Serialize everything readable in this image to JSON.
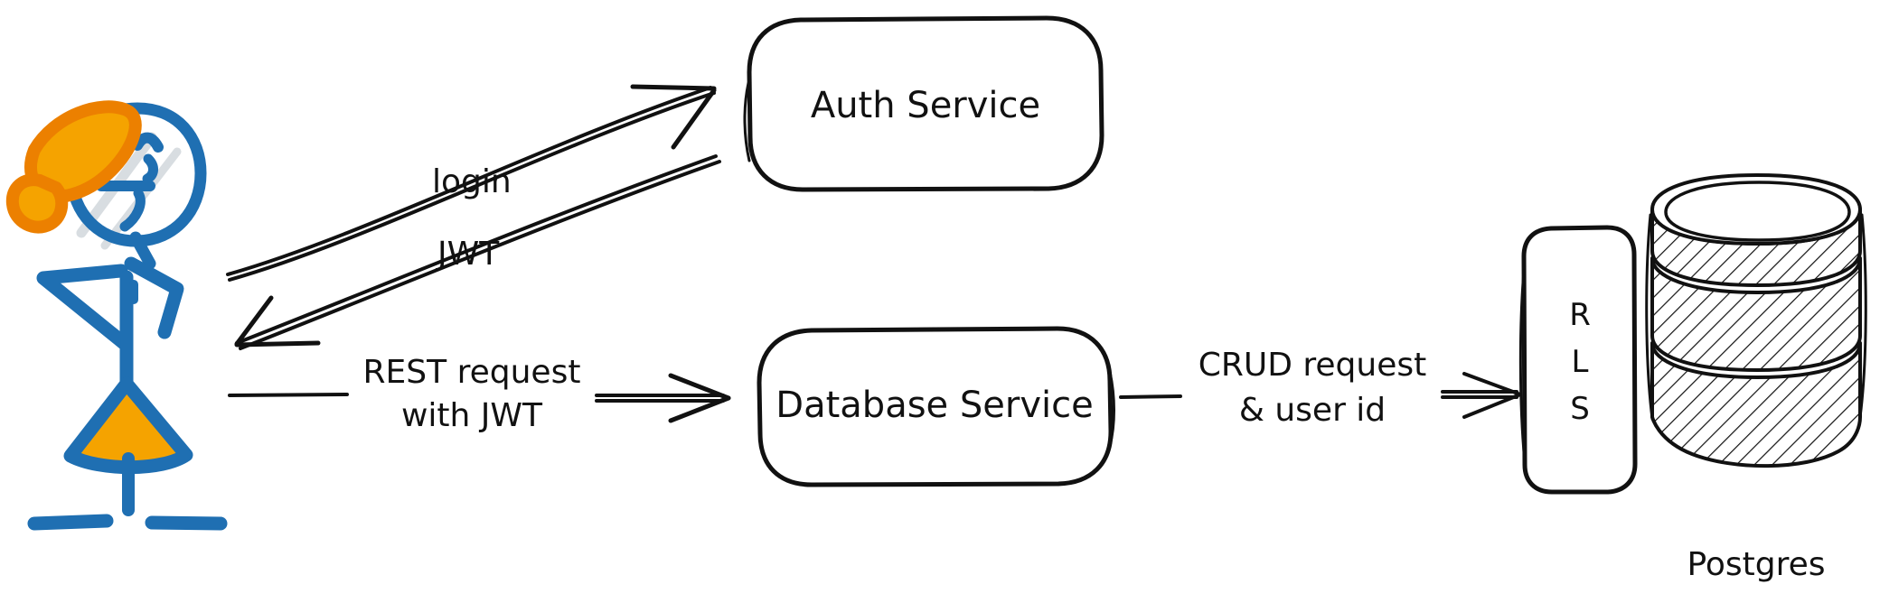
{
  "diagram": {
    "title": "Auth and database service flow with row level security",
    "background_color": "#ffffff",
    "ink_color": "#111111",
    "actor": {
      "name": "user-stick-figure",
      "body_color": "#1f6fb2",
      "accent_color": "#f5a300",
      "accent_dark_color": "#ec8000",
      "glasses_color": "#d8dde1",
      "label": ""
    },
    "nodes": [
      {
        "id": "auth-service",
        "label": "Auth Service",
        "shape": "rounded-rect"
      },
      {
        "id": "database-service",
        "label": "Database Service",
        "shape": "rounded-rect"
      },
      {
        "id": "rls",
        "label": "RLS",
        "letters": [
          "R",
          "L",
          "S"
        ],
        "shape": "rounded-rect-vertical"
      },
      {
        "id": "postgres",
        "label": "Postgres",
        "shape": "cylinder",
        "segments": 3
      }
    ],
    "edges": [
      {
        "id": "edge-login",
        "label": "login",
        "from": "user-stick-figure",
        "to": "auth-service",
        "direction": "forward"
      },
      {
        "id": "edge-jwt",
        "label": "JWT",
        "from": "auth-service",
        "to": "user-stick-figure",
        "direction": "forward"
      },
      {
        "id": "edge-rest-request",
        "label_line1": "REST request",
        "label_line2": "with JWT",
        "from": "user-stick-figure",
        "to": "database-service",
        "direction": "forward"
      },
      {
        "id": "edge-crud-request",
        "label_line1": "CRUD request",
        "label_line2": "& user id",
        "from": "database-service",
        "to": "rls",
        "direction": "forward"
      }
    ],
    "captions": {
      "postgres": "Postgres"
    }
  }
}
